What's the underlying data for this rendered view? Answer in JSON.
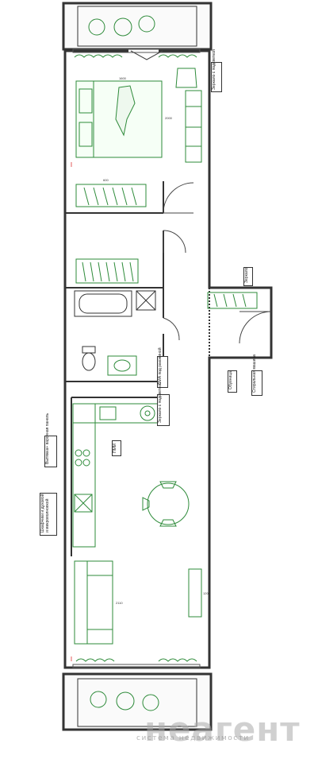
{
  "plan": {
    "labels": {
      "mirror_backlight_top": "Зеркало с подсветкой",
      "mirror_hall": "Зеркало",
      "shoe_rack": "Обувница",
      "washing_machine": "Стиральная машина",
      "washer_dryer_note": "СМА под раковиной",
      "mirror_backlight_bath": "Зеркало с подсветкой",
      "hood": "Вытяжка+ варочная панель",
      "dishwasher": "ПММ",
      "oven_cabinet": "Шкафчики и духовой и микроволновкой"
    },
    "dimensions": {
      "bed_width": "1600",
      "bed_length": "2000",
      "sofa_length": "2110",
      "wardrobe_depth": "600",
      "tv_unit": "1200"
    }
  },
  "watermark": {
    "brand": "неагент",
    "tagline": "система недвижимости"
  }
}
